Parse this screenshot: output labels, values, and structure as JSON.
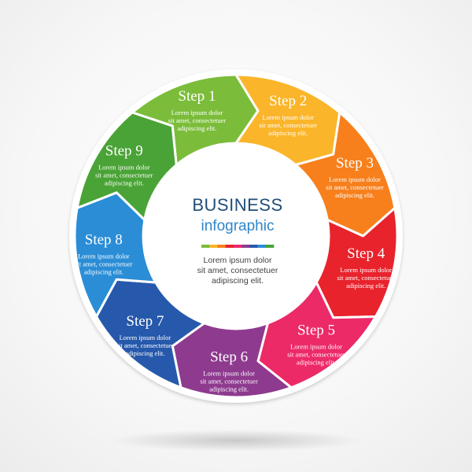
{
  "center": {
    "title": "BUSINESS",
    "subtitle": "infographic",
    "text": [
      "Lorem ipsum dolor",
      "sit amet, consectetuer",
      "adipiscing elit."
    ]
  },
  "colors": {
    "title": "#1f4e79",
    "subtitle": "#2f86c8",
    "ring_border": "#ffffff"
  },
  "steps": [
    {
      "label": "Step 1",
      "color": "#7bbd3a",
      "text": [
        "Lorem ipsum dolor",
        "sit amet, consectetuer",
        "adipiscing elit."
      ]
    },
    {
      "label": "Step 2",
      "color": "#fbb52a",
      "text": [
        "Lorem ipsum dolor",
        "sit amet, consectetuer",
        "adipiscing elit."
      ]
    },
    {
      "label": "Step 3",
      "color": "#f7801d",
      "text": [
        "Lorem ipsum dolor",
        "sit amet, consectetuer",
        "adipiscing elit."
      ]
    },
    {
      "label": "Step 4",
      "color": "#e8232c",
      "text": [
        "Lorem ipsum dolor",
        "sit amet, consectetuer",
        "adipiscing elit."
      ]
    },
    {
      "label": "Step 5",
      "color": "#ec2a68",
      "text": [
        "Lorem ipsum dolor",
        "sit amet, consectetuer",
        "adipiscing elit."
      ]
    },
    {
      "label": "Step 6",
      "color": "#8e3a8f",
      "text": [
        "Lorem ipsum dolor",
        "sit amet, consectetuer",
        "adipiscing elit."
      ]
    },
    {
      "label": "Step 7",
      "color": "#2659ab",
      "text": [
        "Lorem ipsum dolor",
        "sit amet, consectetuer",
        "adipiscing elit."
      ]
    },
    {
      "label": "Step 8",
      "color": "#2a8dd6",
      "text": [
        "Lorem ipsum dolor",
        "sit amet, consectetuer",
        "adipiscing elit."
      ]
    },
    {
      "label": "Step 9",
      "color": "#4aa336",
      "text": [
        "Lorem ipsum dolor",
        "sit amet, consectetuer",
        "adipiscing elit."
      ]
    }
  ]
}
